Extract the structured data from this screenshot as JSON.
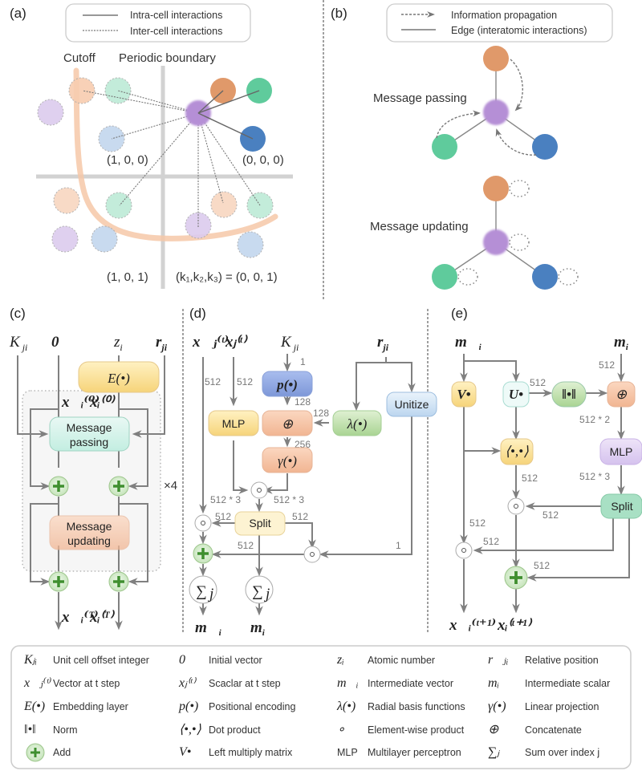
{
  "panels": {
    "a": {
      "tag": "(a)",
      "legend": [
        "Intra-cell interactions",
        "Inter-cell interactions"
      ],
      "cutoff_label": "Cutoff",
      "boundary_label": "Periodic boundary",
      "cell_labels": [
        "(1, 0, 0)",
        "(0, 0, 0)",
        "(1, 0, 1)",
        "(k₁,k₂,k₃) = (0, 0, 1)"
      ]
    },
    "b": {
      "tag": "(b)",
      "legend": [
        "Information propagation",
        "Edge (interatomic interactions)"
      ],
      "passing_label": "Message passing",
      "updating_label": "Message updating"
    },
    "c": {
      "tag": "(c)",
      "inputs": [
        "K",
        "ji",
        "0",
        "z",
        "i",
        "r",
        "ji"
      ],
      "embedding": "E(•)",
      "init_vec": "x⃗ᵢ⁽⁰⁾",
      "init_scalar": "xᵢ⁽⁰⁾",
      "passing": [
        "Message",
        "passing"
      ],
      "updating": [
        "Message",
        "updating"
      ],
      "repeat": "×4",
      "out_vec": "x⃗ᵢ⁽ᵀ⁾",
      "out_scalar": "xᵢ⁽ᵀ⁾"
    },
    "d": {
      "tag": "(d)",
      "inputs": [
        "x⃗ⱼ⁽ᵗ⁾",
        "xⱼ⁽ᵗ⁾",
        "K",
        "ji",
        "r",
        "ji"
      ],
      "boxes": {
        "pos": "p(•)",
        "concat": "⊕",
        "rbf": "λ(•)",
        "proj": "γ(•)",
        "mlp": "MLP",
        "unitize": "Unitize",
        "split": "Split"
      },
      "dims": {
        "k_in": "1",
        "x_vec": "512",
        "x_scal": "512",
        "pos_out": "128",
        "rbf_out": "128",
        "concat_out": "256",
        "mlp_out": "512 * 3",
        "proj_out": "512 * 3",
        "split_left": "512",
        "split_right": "512",
        "split_down": "512",
        "unit": "1"
      },
      "sum": "∑",
      "sum_sub": "j",
      "outputs": [
        "m⃗",
        "i",
        "m",
        "i"
      ]
    },
    "e": {
      "tag": "(e)",
      "inputs": [
        "m⃗",
        "i",
        "m",
        "i"
      ],
      "boxes": {
        "v": "V•",
        "u": "U•",
        "norm": "‖•‖",
        "concat": "⊕",
        "dot": "⟨•,•⟩",
        "mlp": "MLP",
        "split": "Split"
      },
      "dims": {
        "m_in": "512",
        "u_out": "512",
        "concat_out": "512 * 2",
        "dot_out": "512",
        "mlp_out": "512 * 3",
        "split_a": "512",
        "split_b": "512",
        "split_c": "512",
        "v_out": "512"
      },
      "outputs": [
        "x⃗ᵢ⁽ᵗ⁺¹⁾",
        "xᵢ⁽ᵗ⁺¹⁾"
      ]
    }
  },
  "legend_table": [
    [
      {
        "sym": "Kⱼᵢ",
        "desc": "Unit cell offset integer"
      },
      {
        "sym": "0⃗",
        "desc": "Initial vector"
      },
      {
        "sym": "zᵢ",
        "desc": "Atomic number"
      },
      {
        "sym": "r⃗ⱼᵢ",
        "desc": "Relative position"
      }
    ],
    [
      {
        "sym": "x⃗ⱼ⁽ᵗ⁾",
        "desc": "Vector at t step"
      },
      {
        "sym": "xⱼ⁽ᵗ⁾",
        "desc": "Scaclar at t step"
      },
      {
        "sym": "m⃗ᵢ",
        "desc": "Intermediate vector"
      },
      {
        "sym": "mᵢ",
        "desc": "Intermediate scalar"
      }
    ],
    [
      {
        "sym": "E(•)",
        "desc": "Embedding layer"
      },
      {
        "sym": "p(•)",
        "desc": "Positional encoding"
      },
      {
        "sym": "λ(•)",
        "desc": "Radial basis functions"
      },
      {
        "sym": "γ(•)",
        "desc": "Linear projection"
      }
    ],
    [
      {
        "sym": "‖•‖",
        "desc": "Norm"
      },
      {
        "sym": "⟨•,•⟩",
        "desc": "Dot product"
      },
      {
        "sym": "∘",
        "desc": "Element-wise product"
      },
      {
        "sym": "⊕",
        "desc": "Concatenate"
      }
    ],
    [
      {
        "sym": "+",
        "desc": "Add"
      },
      {
        "sym": "V•",
        "desc": "Left multiply matrix"
      },
      {
        "sym": "MLP",
        "desc": "Multilayer perceptron"
      },
      {
        "sym": "∑ⱼ",
        "desc": "Sum over index j"
      }
    ]
  ],
  "colors": {
    "orange": "#e0996a",
    "green": "#5fcb9c",
    "purple": "#b58fd6",
    "blue": "#5a8fcb",
    "cutoff": "#f6c8a8",
    "add_fill": "#dcefd6",
    "add_plus": "#3f8f2f"
  }
}
